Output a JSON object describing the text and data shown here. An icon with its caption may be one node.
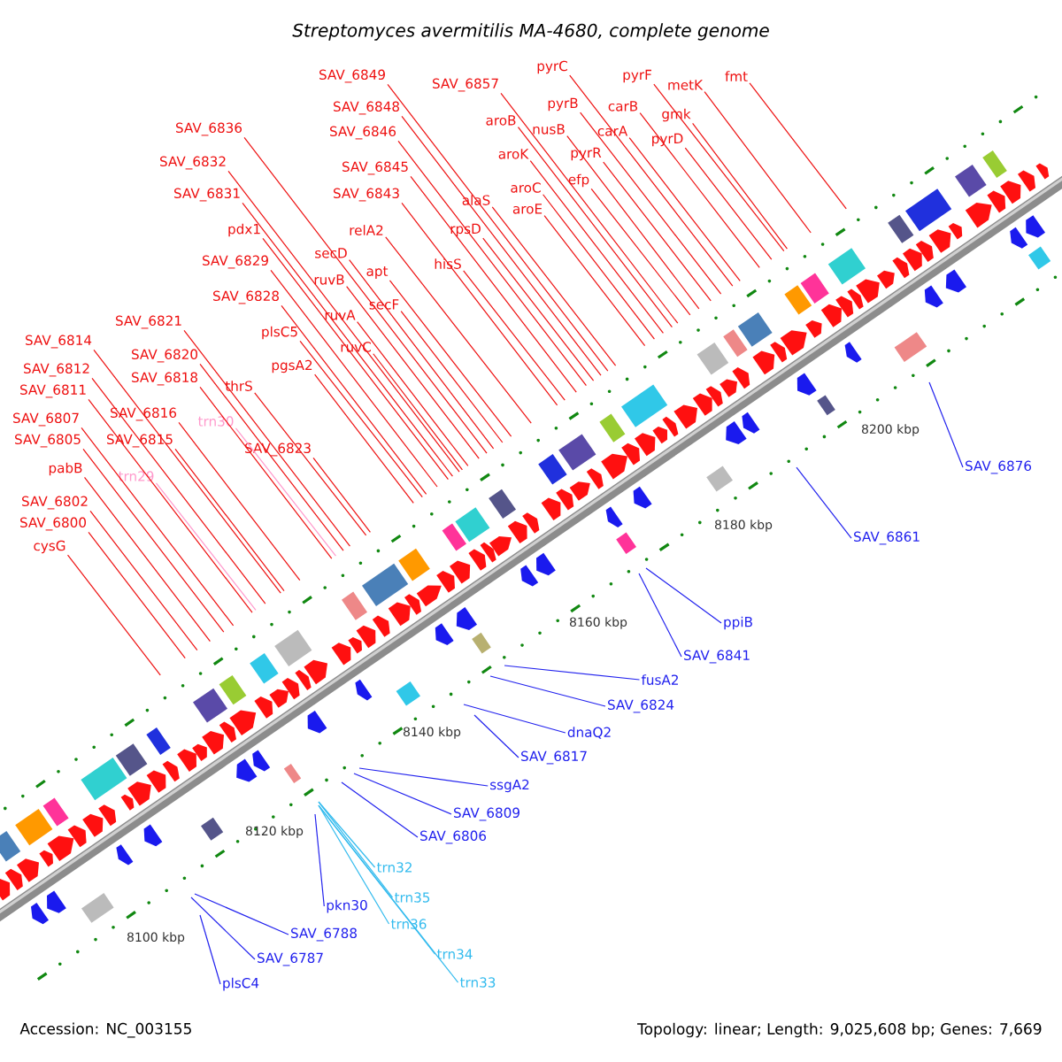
{
  "diagram": {
    "title": "Streptomyces avermitilis MA-4680, complete genome",
    "nodes": [
      {
        "text": [
          "SAV_6849"
        ]
      },
      {
        "text": [
          "SAV_6857"
        ]
      },
      {
        "text": [
          "pyrC"
        ]
      },
      {
        "text": [
          "pyrF"
        ]
      },
      {
        "text": [
          "metK"
        ]
      },
      {
        "text": [
          "fmt"
        ]
      },
      {
        "text": [
          "pyrB"
        ]
      },
      {
        "text": [
          "carB"
        ]
      },
      {
        "text": [
          "SAV_6848"
        ]
      },
      {
        "text": [
          "gmk"
        ]
      },
      {
        "text": [
          "aroB"
        ]
      },
      {
        "text": [
          "nusB"
        ]
      },
      {
        "text": [
          "SAV_6836"
        ]
      },
      {
        "text": [
          "carA"
        ]
      },
      {
        "text": [
          "SAV_6846"
        ]
      },
      {
        "text": [
          "pyrD"
        ]
      },
      {
        "text": [
          "aroK"
        ]
      },
      {
        "text": [
          "pyrR"
        ]
      },
      {
        "text": [
          "SAV_6832"
        ]
      },
      {
        "text": [
          "SAV_6845"
        ]
      },
      {
        "text": [
          "efp"
        ]
      },
      {
        "text": [
          "aroC"
        ]
      },
      {
        "text": [
          "SAV_6831"
        ]
      },
      {
        "text": [
          "SAV_6843"
        ]
      },
      {
        "text": [
          "alaS"
        ]
      },
      {
        "text": [
          "aroE"
        ]
      },
      {
        "text": [
          "pdx1"
        ]
      },
      {
        "text": [
          "relA2"
        ]
      },
      {
        "text": [
          "rpsD"
        ]
      },
      {
        "text": [
          "secD"
        ]
      },
      {
        "text": [
          "SAV_6829"
        ]
      },
      {
        "text": [
          "hisS"
        ]
      },
      {
        "text": [
          "apt"
        ]
      },
      {
        "text": [
          "ruvB"
        ]
      },
      {
        "text": [
          "SAV_6828"
        ]
      },
      {
        "text": [
          "secF"
        ]
      },
      {
        "text": [
          "ruvA"
        ]
      },
      {
        "text": [
          "SAV_6821"
        ]
      },
      {
        "text": [
          "plsC5"
        ]
      },
      {
        "text": [
          "SAV_6814"
        ]
      },
      {
        "text": [
          "ruvC"
        ]
      },
      {
        "text": [
          "SAV_6820"
        ]
      },
      {
        "text": [
          "pgsA2"
        ]
      },
      {
        "text": [
          "SAV_6812"
        ]
      },
      {
        "text": [
          "SAV_6818"
        ]
      },
      {
        "text": [
          "thrS"
        ]
      },
      {
        "text": [
          "SAV_6811"
        ]
      },
      {
        "text": [
          "SAV_6816"
        ]
      },
      {
        "text": [
          "SAV_6807"
        ]
      },
      {
        "text": [
          "trn30"
        ]
      },
      {
        "text": [
          "SAV_6805"
        ]
      },
      {
        "text": [
          "SAV_6815"
        ]
      },
      {
        "text": [
          "SAV_6823"
        ]
      },
      {
        "text": [
          "pabB"
        ]
      },
      {
        "text": [
          "trn29"
        ]
      },
      {
        "text": [
          "SAV_6802"
        ]
      },
      {
        "text": [
          "SAV_6800"
        ]
      },
      {
        "text": [
          "cysG"
        ]
      },
      {
        "text": [
          "SAV_6876"
        ]
      },
      {
        "text": [
          "SAV_6861"
        ]
      },
      {
        "text": [
          "ppiB"
        ]
      },
      {
        "text": [
          "SAV_6841"
        ]
      },
      {
        "text": [
          "fusA2"
        ]
      },
      {
        "text": [
          "SAV_6824"
        ]
      },
      {
        "text": [
          "dnaQ2"
        ]
      },
      {
        "text": [
          "SAV_6817"
        ]
      },
      {
        "text": [
          "ssgA2"
        ]
      },
      {
        "text": [
          "SAV_6809"
        ]
      },
      {
        "text": [
          "SAV_6806"
        ]
      },
      {
        "text": [
          "trn32"
        ]
      },
      {
        "text": [
          "pkn30"
        ]
      },
      {
        "text": [
          "trn35"
        ]
      },
      {
        "text": [
          "trn36"
        ]
      },
      {
        "text": [
          "SAV_6788"
        ]
      },
      {
        "text": [
          "trn34"
        ]
      },
      {
        "text": [
          "SAV_6787"
        ]
      },
      {
        "text": [
          "trn33"
        ]
      },
      {
        "text": [
          "plsC4"
        ]
      }
    ],
    "edges": [
      {
        "from": 0,
        "to": null,
        "arrow": "none"
      },
      {
        "from": 1,
        "to": null,
        "arrow": "none"
      },
      {
        "from": 2,
        "to": null,
        "arrow": "none"
      },
      {
        "from": 3,
        "to": null,
        "arrow": "none"
      },
      {
        "from": 4,
        "to": null,
        "arrow": "none"
      },
      {
        "from": 5,
        "to": null,
        "arrow": "none"
      },
      {
        "from": 6,
        "to": null,
        "arrow": "none"
      },
      {
        "from": 7,
        "to": null,
        "arrow": "none"
      },
      {
        "from": 8,
        "to": null,
        "arrow": "none"
      },
      {
        "from": 9,
        "to": null,
        "arrow": "none"
      },
      {
        "from": 10,
        "to": null,
        "arrow": "none"
      },
      {
        "from": 11,
        "to": null,
        "arrow": "none"
      },
      {
        "from": 12,
        "to": null,
        "arrow": "none"
      },
      {
        "from": 13,
        "to": null,
        "arrow": "none"
      },
      {
        "from": 14,
        "to": null,
        "arrow": "none"
      },
      {
        "from": 15,
        "to": null,
        "arrow": "none"
      },
      {
        "from": 16,
        "to": null,
        "arrow": "none"
      },
      {
        "from": 17,
        "to": null,
        "arrow": "none"
      },
      {
        "from": 18,
        "to": null,
        "arrow": "none"
      },
      {
        "from": 19,
        "to": null,
        "arrow": "none"
      },
      {
        "from": 20,
        "to": null,
        "arrow": "none"
      },
      {
        "from": 21,
        "to": null,
        "arrow": "none"
      },
      {
        "from": 22,
        "to": null,
        "arrow": "none"
      },
      {
        "from": 23,
        "to": null,
        "arrow": "none"
      },
      {
        "from": 24,
        "to": null,
        "arrow": "none"
      },
      {
        "from": 25,
        "to": null,
        "arrow": "none"
      },
      {
        "from": 26,
        "to": null,
        "arrow": "none"
      },
      {
        "from": 27,
        "to": null,
        "arrow": "none"
      },
      {
        "from": 28,
        "to": null,
        "arrow": "none"
      },
      {
        "from": 29,
        "to": null,
        "arrow": "none"
      },
      {
        "from": 30,
        "to": null,
        "arrow": "none"
      },
      {
        "from": 31,
        "to": null,
        "arrow": "none"
      },
      {
        "from": 32,
        "to": null,
        "arrow": "none"
      },
      {
        "from": 33,
        "to": null,
        "arrow": "none"
      },
      {
        "from": 34,
        "to": null,
        "arrow": "none"
      },
      {
        "from": 35,
        "to": null,
        "arrow": "none"
      },
      {
        "from": 36,
        "to": null,
        "arrow": "none"
      },
      {
        "from": 37,
        "to": null,
        "arrow": "none"
      },
      {
        "from": 38,
        "to": null,
        "arrow": "none"
      },
      {
        "from": 39,
        "to": null,
        "arrow": "none"
      },
      {
        "from": 40,
        "to": null,
        "arrow": "none"
      },
      {
        "from": 41,
        "to": null,
        "arrow": "none"
      },
      {
        "from": 42,
        "to": null,
        "arrow": "none"
      },
      {
        "from": 43,
        "to": null,
        "arrow": "none"
      },
      {
        "from": 44,
        "to": null,
        "arrow": "none"
      },
      {
        "from": 45,
        "to": null,
        "arrow": "none"
      },
      {
        "from": 46,
        "to": null,
        "arrow": "none"
      },
      {
        "from": 47,
        "to": null,
        "arrow": "none"
      },
      {
        "from": 48,
        "to": null,
        "arrow": "none"
      },
      {
        "from": 49,
        "to": null,
        "arrow": "none",
        "color": "#ff99cc"
      },
      {
        "from": 50,
        "to": null,
        "arrow": "none"
      },
      {
        "from": 51,
        "to": null,
        "arrow": "none"
      },
      {
        "from": 52,
        "to": null,
        "arrow": "none"
      },
      {
        "from": 53,
        "to": null,
        "arrow": "none"
      },
      {
        "from": 54,
        "to": null,
        "arrow": "none",
        "color": "#ff99cc"
      },
      {
        "from": 55,
        "to": null,
        "arrow": "none"
      },
      {
        "from": 56,
        "to": null,
        "arrow": "none"
      },
      {
        "from": 57,
        "to": null,
        "arrow": "none"
      },
      {
        "from": 58,
        "to": null,
        "arrow": "none",
        "color": "#2222ee"
      },
      {
        "from": 59,
        "to": null,
        "arrow": "none",
        "color": "#2222ee"
      },
      {
        "from": 60,
        "to": null,
        "arrow": "none",
        "color": "#2222ee"
      },
      {
        "from": 61,
        "to": null,
        "arrow": "none",
        "color": "#2222ee"
      },
      {
        "from": 62,
        "to": null,
        "arrow": "none",
        "color": "#2222ee"
      },
      {
        "from": 63,
        "to": null,
        "arrow": "none",
        "color": "#2222ee"
      },
      {
        "from": 64,
        "to": null,
        "arrow": "none",
        "color": "#2222ee"
      },
      {
        "from": 65,
        "to": null,
        "arrow": "none",
        "color": "#2222ee"
      },
      {
        "from": 66,
        "to": null,
        "arrow": "none",
        "color": "#2222ee"
      },
      {
        "from": 67,
        "to": null,
        "arrow": "none",
        "color": "#2222ee"
      },
      {
        "from": 68,
        "to": null,
        "arrow": "none",
        "color": "#2222ee"
      },
      {
        "from": 69,
        "to": null,
        "arrow": "none",
        "color": "#33bbee"
      },
      {
        "from": 70,
        "to": null,
        "arrow": "none",
        "color": "#2222ee"
      },
      {
        "from": 71,
        "to": null,
        "arrow": "none",
        "color": "#33bbee"
      },
      {
        "from": 72,
        "to": null,
        "arrow": "none",
        "color": "#33bbee"
      },
      {
        "from": 73,
        "to": null,
        "arrow": "none",
        "color": "#2222ee"
      },
      {
        "from": 74,
        "to": null,
        "arrow": "none",
        "color": "#33bbee"
      },
      {
        "from": 75,
        "to": null,
        "arrow": "none",
        "color": "#2222ee"
      },
      {
        "from": 76,
        "to": null,
        "arrow": "none",
        "color": "#33bbee"
      },
      {
        "from": 77,
        "to": null,
        "arrow": "none",
        "color": "#2222ee"
      }
    ],
    "labels": [
      "8100 kbp",
      "8120 kbp",
      "8140 kbp",
      "8160 kbp",
      "8180 kbp",
      "8200 kbp",
      "Accession: NC_003155",
      "Topology: linear; Length: 9,025,608 bp; Genes: 7,669"
    ]
  }
}
